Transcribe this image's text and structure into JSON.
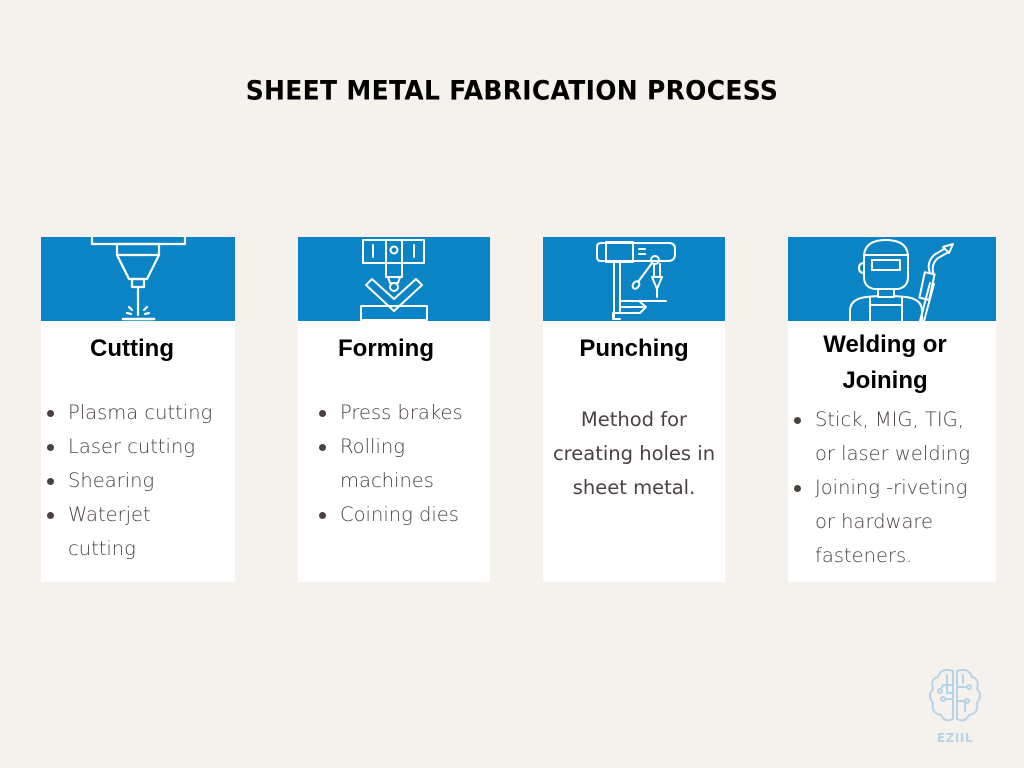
{
  "title": "SHEET METAL FABRICATION PROCESS",
  "colors": {
    "background": "#f5f1ed",
    "header_blue": "#0b84c6",
    "card": "#ffffff",
    "body_text": "#4a4240",
    "logo": "#b7d4e6"
  },
  "cards": [
    {
      "icon": "laser-cutter-icon",
      "name": "Cutting",
      "items": [
        "Plasma cutting",
        "Laser cutting",
        "Shearing",
        "Waterjet cutting"
      ]
    },
    {
      "icon": "press-brake-icon",
      "name": "Forming",
      "items": [
        "Press brakes",
        "Rolling machines",
        "Coining dies"
      ]
    },
    {
      "icon": "drill-press-icon",
      "name": "Punching",
      "description": "Method for creating holes in sheet metal."
    },
    {
      "icon": "welder-icon",
      "name": "Welding or Joining",
      "items": [
        "Stick, MIG, TIG, or laser welding",
        "Joining -riveting or hardware fasteners."
      ]
    }
  ],
  "logo": {
    "icon": "brain-circuit-icon",
    "label": "EZIIL"
  }
}
